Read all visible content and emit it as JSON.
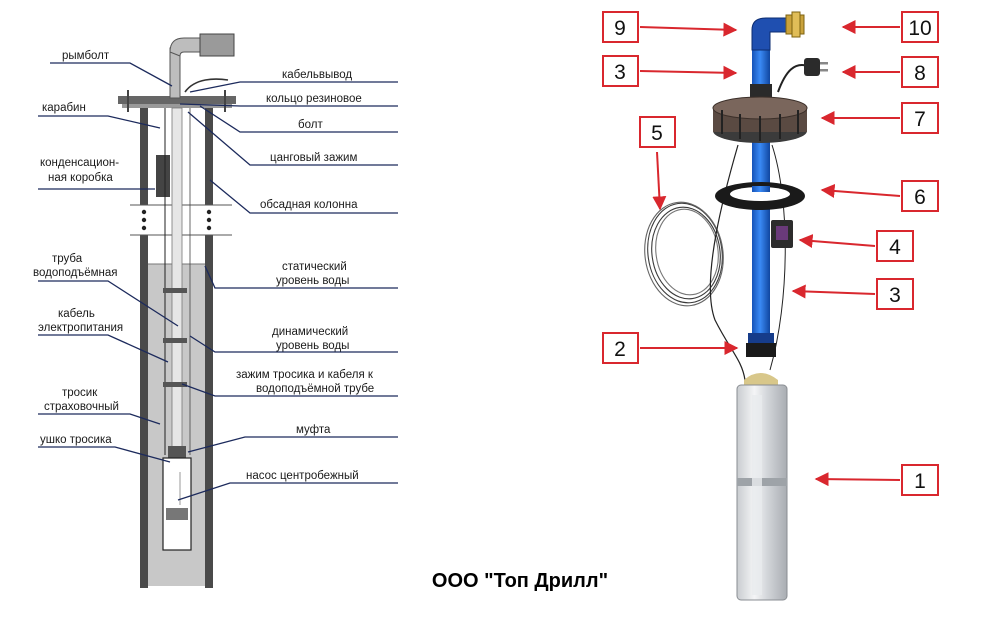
{
  "left_labels": [
    {
      "text": "рымболт"
    },
    {
      "text": "карабин"
    },
    {
      "text": "конденсацион-"
    },
    {
      "text": "ная коробка"
    },
    {
      "text": "труба"
    },
    {
      "text": "водоподъёмная"
    },
    {
      "text": "кабель"
    },
    {
      "text": "электропитания"
    },
    {
      "text": "тросик"
    },
    {
      "text": "страховочный"
    },
    {
      "text": "ушко тросика"
    }
  ],
  "right_labels": [
    {
      "text": "кабельвывод"
    },
    {
      "text": "кольцо резиновое"
    },
    {
      "text": "болт"
    },
    {
      "text": "цанговый зажим"
    },
    {
      "text": "обсадная колонна"
    },
    {
      "text": "статический"
    },
    {
      "text": "уровень воды"
    },
    {
      "text": "динамический"
    },
    {
      "text": "уровень воды"
    },
    {
      "text": "зажим тросика и кабеля к"
    },
    {
      "text": "водоподъёмной трубе"
    },
    {
      "text": "муфта"
    },
    {
      "text": "насос  центробежный"
    }
  ],
  "callouts": [
    {
      "num": "9"
    },
    {
      "num": "10"
    },
    {
      "num": "3"
    },
    {
      "num": "8"
    },
    {
      "num": "7"
    },
    {
      "num": "5"
    },
    {
      "num": "6"
    },
    {
      "num": "4"
    },
    {
      "num": "3"
    },
    {
      "num": "2"
    },
    {
      "num": "1"
    }
  ],
  "company": "ООО \"Топ Дрилл\"",
  "colors": {
    "callout": "#d9272e",
    "leader": "#1c2a5c",
    "pipe": "#1f6fe0"
  }
}
